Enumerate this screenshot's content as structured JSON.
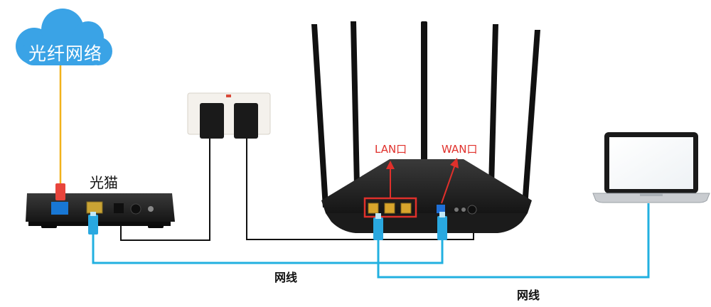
{
  "labels": {
    "cloud": "光纤网络",
    "modem": "光猫",
    "lan_port": "LAN口",
    "wan_port": "WAN口",
    "cable_1": "网线",
    "cable_2": "网线"
  },
  "colors": {
    "cloud_fill": "#3aa3e6",
    "fiber_line": "#f2b21b",
    "ethernet_line": "#22b0e0",
    "power_line": "#111111",
    "port_highlight": "#e0302b",
    "device_body": "#222222",
    "lan_port_fill": "#d8a52c"
  },
  "icons": [
    "cloud-icon",
    "modem-icon",
    "power-adapter-icon",
    "router-icon",
    "laptop-icon"
  ]
}
